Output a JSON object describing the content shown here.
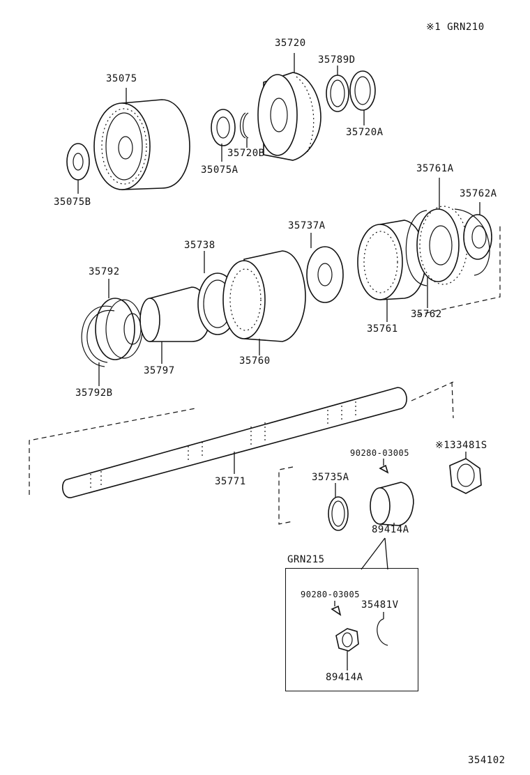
{
  "header": {
    "note": "※1 GRN210"
  },
  "footer": {
    "diagram_no": "354102"
  },
  "inset": {
    "label": "GRN215"
  },
  "parts": [
    {
      "id": "35075",
      "text": "35075"
    },
    {
      "id": "35075b",
      "text": "35075B"
    },
    {
      "id": "35075a",
      "text": "35075A"
    },
    {
      "id": "35720b",
      "text": "35720B"
    },
    {
      "id": "35720",
      "text": "35720"
    },
    {
      "id": "35789d",
      "text": "35789D"
    },
    {
      "id": "35720a",
      "text": "35720A"
    },
    {
      "id": "35761a",
      "text": "35761A"
    },
    {
      "id": "35762a",
      "text": "35762A"
    },
    {
      "id": "35737a",
      "text": "35737A"
    },
    {
      "id": "35738",
      "text": "35738"
    },
    {
      "id": "35792",
      "text": "35792"
    },
    {
      "id": "35761",
      "text": "35761"
    },
    {
      "id": "35762",
      "text": "35762"
    },
    {
      "id": "35797",
      "text": "35797"
    },
    {
      "id": "35760",
      "text": "35760"
    },
    {
      "id": "35792b",
      "text": "35792B"
    },
    {
      "id": "35771",
      "text": "35771"
    },
    {
      "id": "90280-03005",
      "text": "90280-03005"
    },
    {
      "id": "133481s",
      "text": "※133481S"
    },
    {
      "id": "35735a",
      "text": "35735A"
    },
    {
      "id": "89414a",
      "text": "89414A"
    },
    {
      "id": "90280-03005-inset",
      "text": "90280-03005"
    },
    {
      "id": "35481v",
      "text": "35481V"
    },
    {
      "id": "89414a-inset",
      "text": "89414A"
    }
  ]
}
